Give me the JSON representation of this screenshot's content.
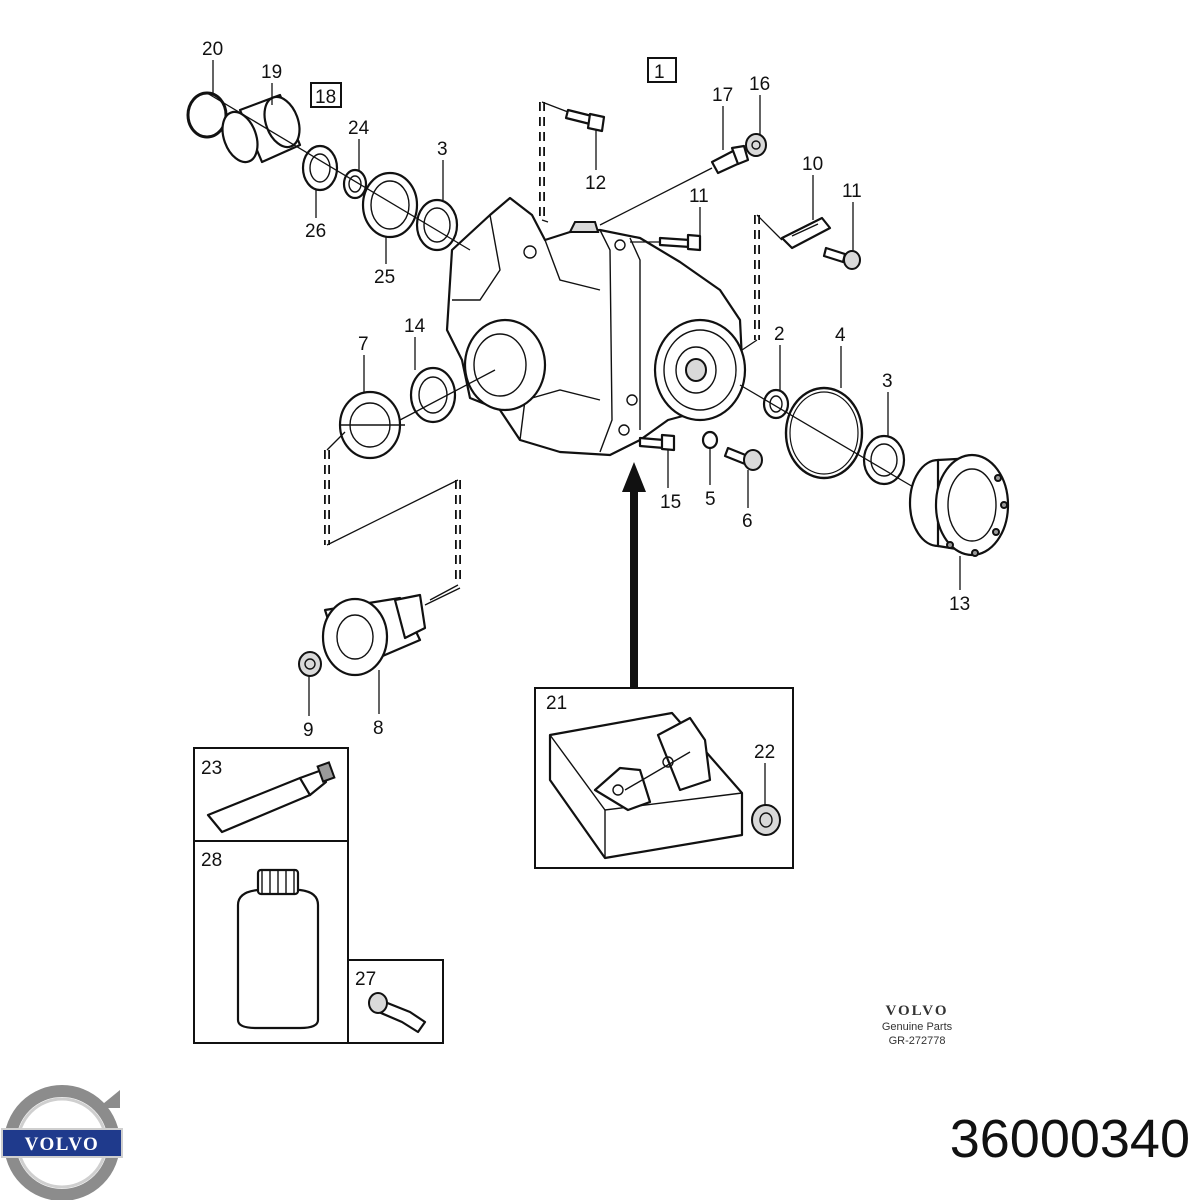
{
  "diagram": {
    "callouts": [
      {
        "id": "1",
        "text": "1",
        "boxed": true
      },
      {
        "id": "2",
        "text": "2"
      },
      {
        "id": "3a",
        "text": "3"
      },
      {
        "id": "3b",
        "text": "3"
      },
      {
        "id": "4",
        "text": "4"
      },
      {
        "id": "5",
        "text": "5"
      },
      {
        "id": "6",
        "text": "6"
      },
      {
        "id": "7",
        "text": "7"
      },
      {
        "id": "8",
        "text": "8"
      },
      {
        "id": "9",
        "text": "9"
      },
      {
        "id": "10",
        "text": "10"
      },
      {
        "id": "11a",
        "text": "11"
      },
      {
        "id": "11b",
        "text": "11"
      },
      {
        "id": "12",
        "text": "12"
      },
      {
        "id": "13",
        "text": "13"
      },
      {
        "id": "14",
        "text": "14"
      },
      {
        "id": "15",
        "text": "15"
      },
      {
        "id": "16",
        "text": "16"
      },
      {
        "id": "17",
        "text": "17"
      },
      {
        "id": "18",
        "text": "18",
        "boxed": true
      },
      {
        "id": "19",
        "text": "19"
      },
      {
        "id": "20",
        "text": "20"
      },
      {
        "id": "24",
        "text": "24"
      },
      {
        "id": "25",
        "text": "25"
      },
      {
        "id": "26",
        "text": "26"
      }
    ],
    "insets": [
      {
        "id": "21",
        "label": "21",
        "sub_label": "22"
      },
      {
        "id": "23",
        "label": "23"
      },
      {
        "id": "28",
        "label": "28"
      },
      {
        "id": "27",
        "label": "27"
      }
    ]
  },
  "footer": {
    "brand": "VOLVO",
    "subtitle": "Genuine Parts",
    "reference": "GR-272778"
  },
  "logo": {
    "word": "VOLVO",
    "colors": {
      "ring": "#8c8c8c",
      "band": "#1f3a8c",
      "text": "#ffffff"
    }
  },
  "part_number": "36000340"
}
